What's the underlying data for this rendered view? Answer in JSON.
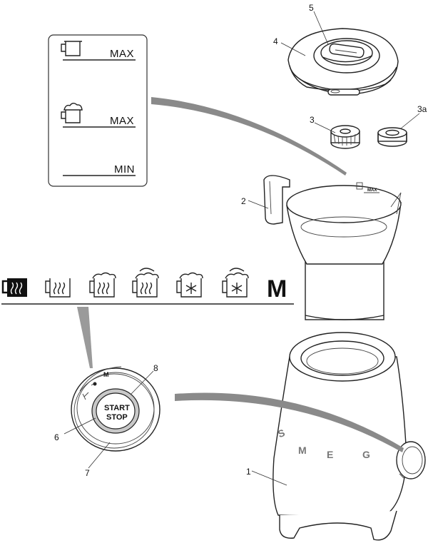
{
  "callouts": {
    "c1": "1",
    "c2": "2",
    "c3": "3",
    "c3a": "3a",
    "c4": "4",
    "c5": "5",
    "c6": "6",
    "c7": "7",
    "c8": "8"
  },
  "level_panel": {
    "max_milk": "MAX",
    "max_foam": "MAX",
    "min": "MIN"
  },
  "jug_marking": "MAX",
  "knob": {
    "start": "START",
    "stop": "STOP"
  },
  "brand": {
    "l1": "S",
    "l2": "M",
    "l3": "E",
    "l4": "G"
  },
  "program_icons": [
    "hot-milk-selected-icon",
    "hot-milk-icon",
    "hot-light-foam-icon",
    "hot-dense-foam-icon",
    "cold-foam-icon",
    "cold-dense-foam-icon"
  ],
  "manual_mode": "M"
}
